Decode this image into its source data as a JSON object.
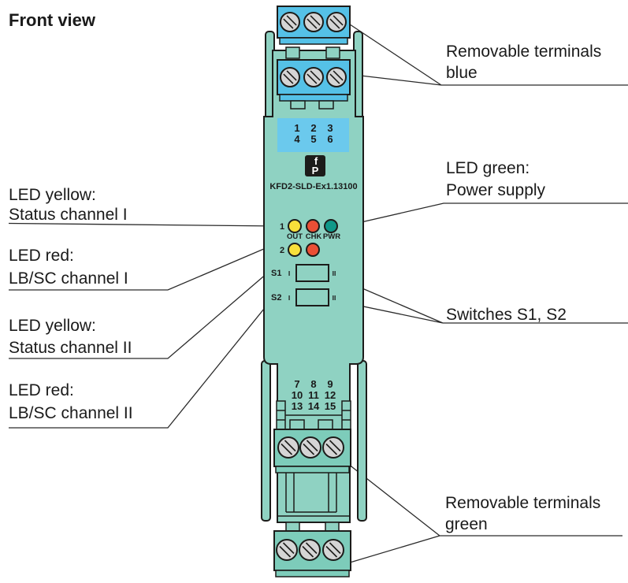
{
  "title": "Front view",
  "device": {
    "model": "KFD2-SLD-Ex1.13100",
    "logo_f": "f",
    "logo_p": "P",
    "top_numbers": [
      "1",
      "2",
      "3",
      "4",
      "5",
      "6"
    ],
    "bottom_numbers": [
      "7",
      "8",
      "9",
      "10",
      "11",
      "12",
      "13",
      "14",
      "15"
    ],
    "leds": {
      "row1_label": "1",
      "row2_label": "2",
      "out": "OUT",
      "chk": "CHK",
      "pwr": "PWR"
    },
    "switches": {
      "s1": "S1",
      "s2": "S2",
      "pos_i": "I",
      "pos_ii": "II"
    }
  },
  "callouts": {
    "left": [
      {
        "line1": "LED yellow:",
        "line2": "Status channel I"
      },
      {
        "line1": "LED red:",
        "line2": "LB/SC channel I"
      },
      {
        "line1": "LED yellow:",
        "line2": "Status channel II"
      },
      {
        "line1": "LED red:",
        "line2": "LB/SC channel II"
      }
    ],
    "right": [
      {
        "line1": "Removable terminals",
        "line2": "blue"
      },
      {
        "line1": "LED green:",
        "line2": "Power supply"
      },
      {
        "line1": "Switches S1, S2"
      },
      {
        "line1": "Removable terminals",
        "line2": "green"
      }
    ]
  },
  "colors": {
    "body_teal": "#8fd2c2",
    "block_green": "#7dccba",
    "block_blue": "#55c1e7",
    "panel_blue": "#6bc9ed",
    "led_yellow": "#f8e03a",
    "led_red": "#ea4f35",
    "led_green": "#109889",
    "screw_gray": "#d5d5d5",
    "outline": "#1c1c1a",
    "leader": "#2a2a2a",
    "text": "#1a1a1a"
  }
}
